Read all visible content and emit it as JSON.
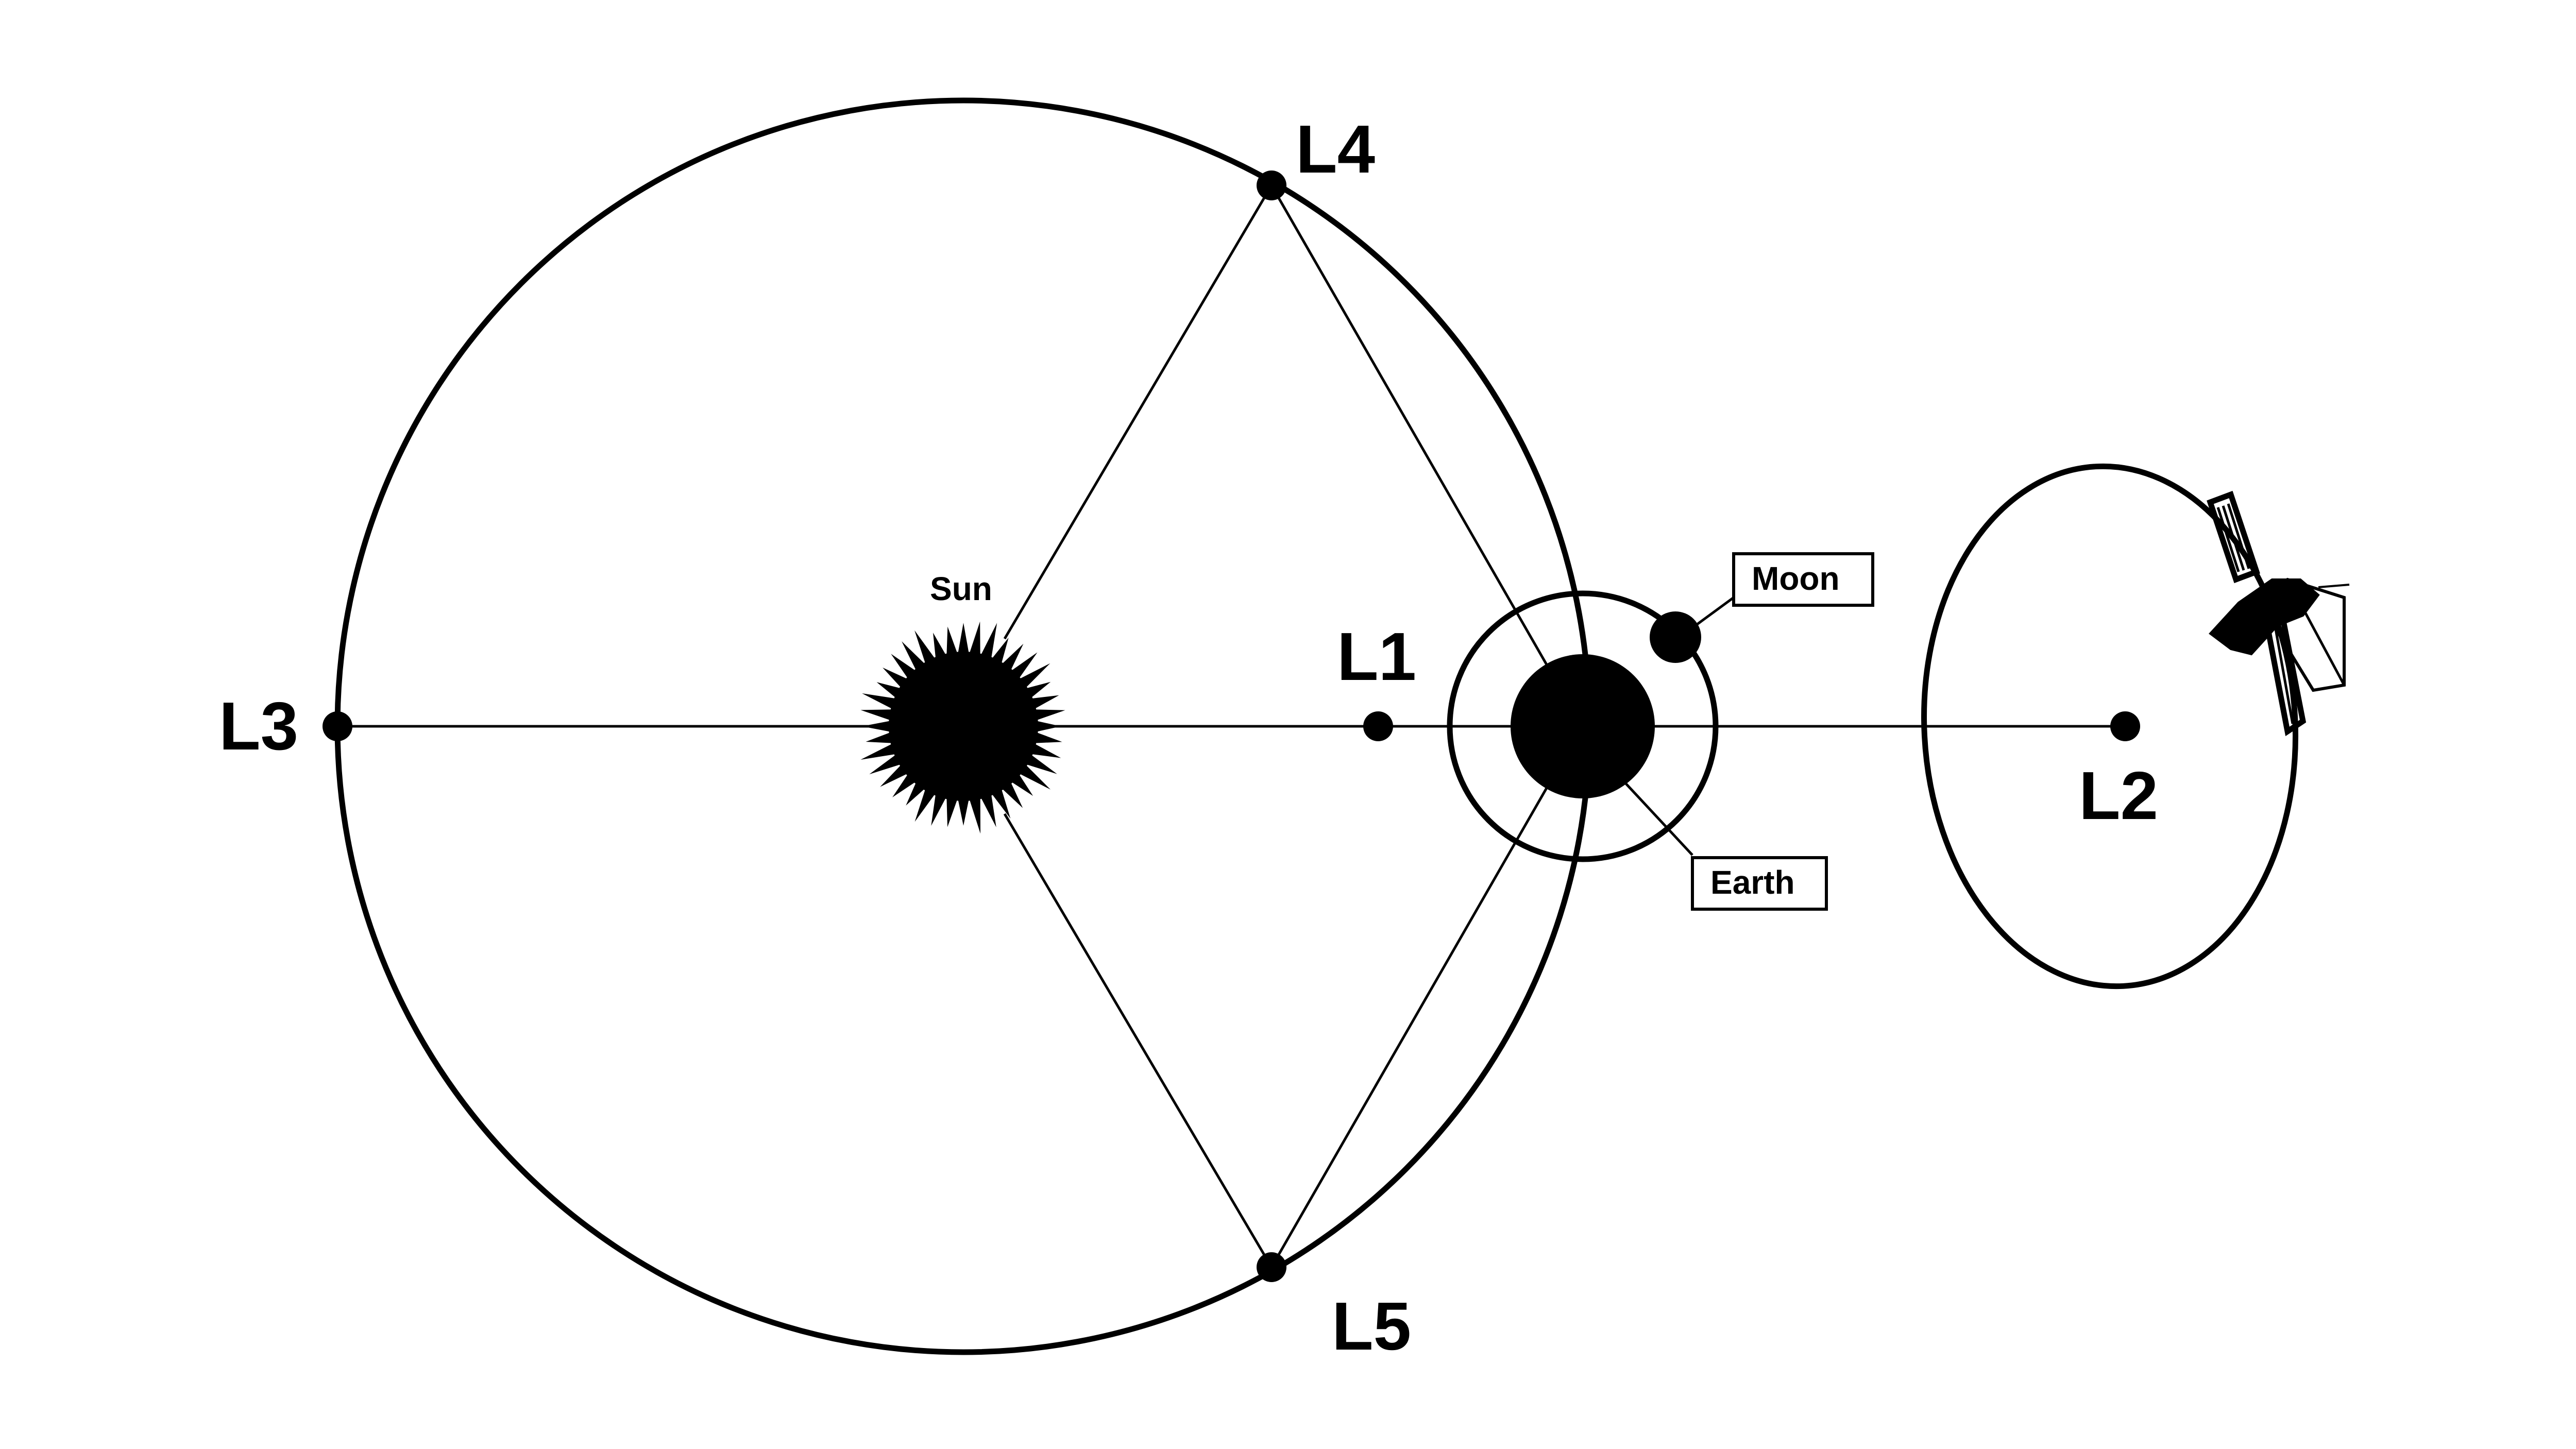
{
  "labels": {
    "l1": "L1",
    "l2": "L2",
    "l3": "L3",
    "l4": "L4",
    "l5": "L5",
    "sun": "Sun",
    "moon": "Moon",
    "earth": "Earth"
  },
  "colors": {
    "ink": "#000000",
    "paper": "#ffffff"
  },
  "icons": {
    "spacecraft": "spacecraft-icon",
    "sun": "sun-icon"
  }
}
